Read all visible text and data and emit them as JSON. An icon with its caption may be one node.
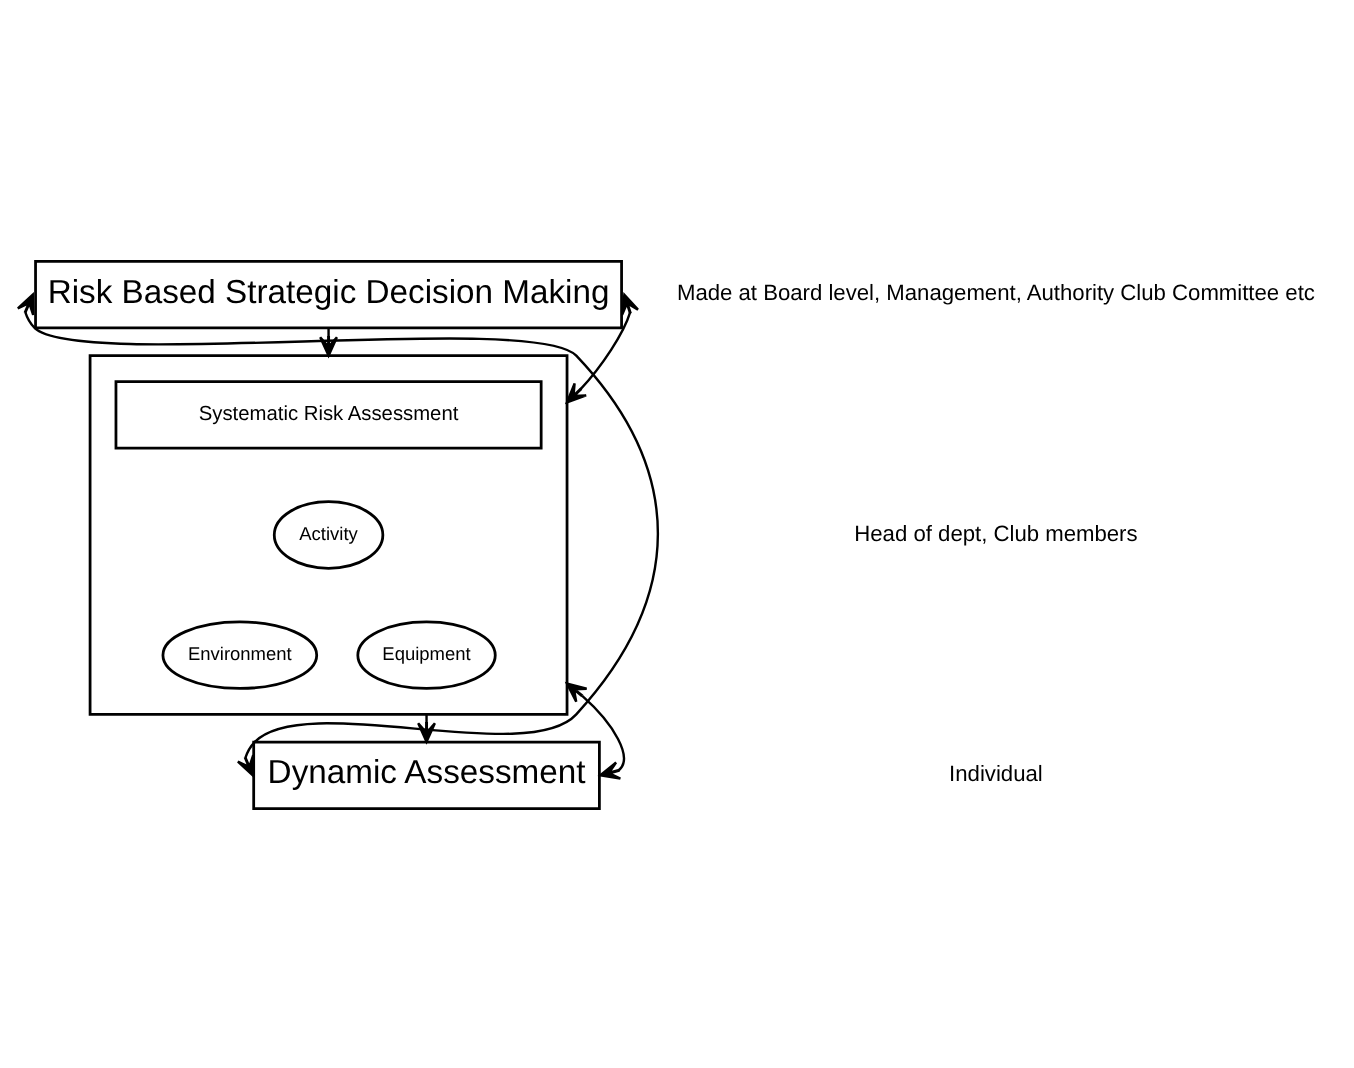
{
  "diagram": {
    "nodes": [
      {
        "text": [
          "Risk Based Strategic Decision Making"
        ]
      },
      {
        "text": [],
        "shape": "box"
      },
      {
        "text": [
          "Systematic Risk Assessment"
        ],
        "in": 1
      },
      {
        "text": [
          "Activity"
        ],
        "in": 1
      },
      {
        "text": [
          "Environment"
        ],
        "in": 1
      },
      {
        "text": [
          "Equipment"
        ],
        "in": 1
      },
      {
        "text": [
          "Dynamic Assessment"
        ]
      }
    ],
    "edges": [
      {
        "from": 0,
        "to": 1,
        "arrow": "to"
      },
      {
        "from": 1,
        "to": 6,
        "arrow": "to"
      },
      {
        "from": 0,
        "to": 6,
        "arrow": "both"
      },
      {
        "from": 0,
        "to": 1,
        "arrow": "both"
      },
      {
        "from": 6,
        "to": 1,
        "arrow": "both"
      }
    ],
    "labels": [
      "Made at Board level, Management, Authority Club Committee etc",
      "Head of dept, Club members",
      "Individual"
    ]
  }
}
